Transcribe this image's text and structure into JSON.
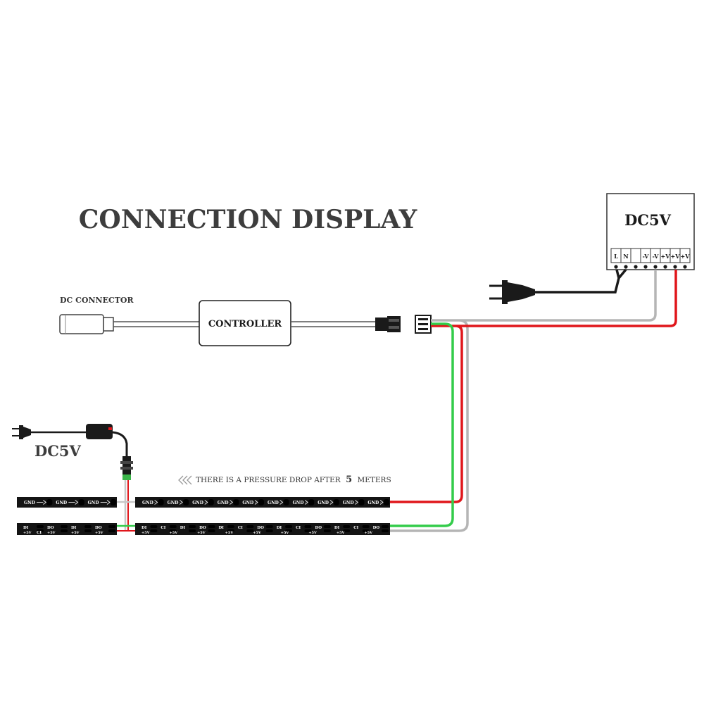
{
  "title": "CONNECTION DISPLAY",
  "dc_connector_label": "DC CONNECTOR",
  "controller_label": "CONTROLLER",
  "psu": {
    "label": "DC5V",
    "terminals": [
      "L",
      "N",
      "",
      "-V",
      "-V",
      "+V",
      "+V",
      "+V"
    ]
  },
  "adapter_label": "DC5V",
  "pressure_note": {
    "text_before": "THERE IS A PRESSURE DROP AFTER",
    "number": "5",
    "text_after": "METERS"
  },
  "strip_left": {
    "top_labels": [
      "GND",
      "GND",
      "GND"
    ],
    "bottom_labels": [
      "DI",
      "DO",
      "DI",
      "DO"
    ],
    "plus_labels": [
      "+5V",
      "+5V",
      "+5V",
      "+5V"
    ],
    "ci_label": "CI"
  },
  "strip_right": {
    "top_labels": [
      "GND",
      "GND",
      "GND",
      "GND",
      "GND",
      "GND",
      "GND",
      "GND",
      "GND",
      "GND"
    ],
    "bottom_labels": [
      "DI",
      "CI",
      "DI",
      "DO",
      "DI",
      "CI",
      "DO",
      "DI",
      "CI",
      "DO",
      "DI",
      "CI",
      "DO"
    ],
    "plus_labels": [
      "+5V",
      "+5V",
      "+5V",
      "+5V",
      "+5V",
      "+5V",
      "+5V",
      "+5V",
      "+5V"
    ]
  },
  "colors": {
    "red": "#e0161b",
    "green": "#33cc4a",
    "gray": "#b5b5b5",
    "black": "#1a1a1a",
    "title": "#3d3d3d"
  }
}
